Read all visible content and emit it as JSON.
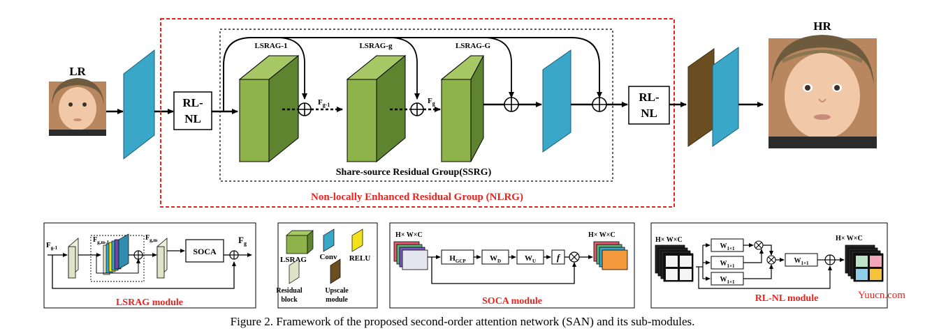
{
  "caption": "Figure 2. Framework of the proposed second-order attention network (SAN) and its sub-modules.",
  "watermark": "Yuucn.com",
  "top": {
    "lr_label": "LR",
    "hr_label": "HR",
    "rlnl_in": [
      "RL-",
      "NL"
    ],
    "rlnl_out": [
      "RL-",
      "NL"
    ],
    "lsrag_1": "LSRAG-1",
    "lsrag_g": "LSRAG-g",
    "lsrag_G": "LSRAG-G",
    "f_gm1": {
      "base": "F",
      "sub": "g-1"
    },
    "f_g": {
      "base": "F",
      "sub": "g"
    },
    "ssrg_label": "Share-source Residual Group(SSRG)",
    "nlrg_label": "Non-locally Enhanced  Residual Group (NLRG)"
  },
  "lsrag_module": {
    "title": "LSRAG module",
    "f_in": {
      "base": "F",
      "sub": "g-1"
    },
    "f_gm1": {
      "base": "F",
      "sub": "g,m-1"
    },
    "f_gm": {
      "base": "F",
      "sub": "g,m"
    },
    "soca": "SOCA",
    "f_out": {
      "base": "F",
      "sub": "g"
    }
  },
  "legend": {
    "lsrag": "LSRAG",
    "conv": "Conv",
    "relu": "RELU",
    "residual": [
      "Residual",
      "block"
    ],
    "upscale": [
      "Upscale",
      "module"
    ]
  },
  "soca_module": {
    "title": "SOCA module",
    "dims_in": "H× W×C",
    "dims_out": "H× W×C",
    "h_gcp": {
      "base": "H",
      "sub": "GCP"
    },
    "w_d": {
      "base": "W",
      "sub": "D"
    },
    "w_u": {
      "base": "W",
      "sub": "U"
    },
    "f": "f"
  },
  "rlnl_module": {
    "title": "RL-NL module",
    "dims_in": "H× W×C",
    "dims_out": "H× W×C",
    "w1": {
      "base": "W",
      "sub": "1×1"
    }
  },
  "colors": {
    "red": "#e8231e",
    "green": "#8db34a",
    "blue": "#3aa7c9",
    "brown": "#6b4d22",
    "cream": "#dfe3c8",
    "yellow": "#f2e21c"
  }
}
